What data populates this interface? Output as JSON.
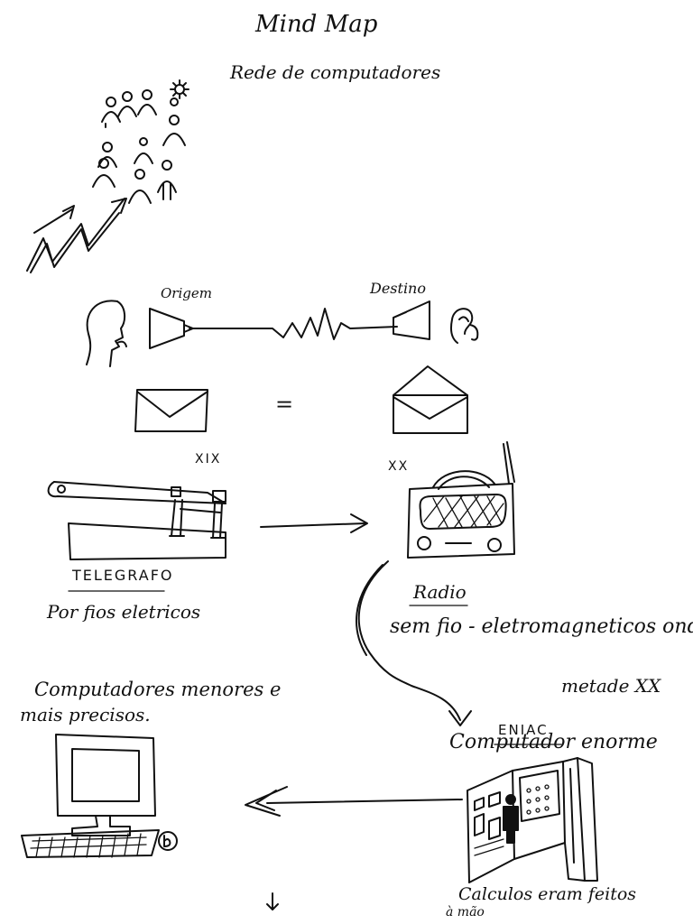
{
  "title": "Mind Map",
  "subtitle": "Rede de computadores",
  "labels": {
    "origin": "Origem",
    "destination": "Destino",
    "equals": "=",
    "century_19": "XIX",
    "century_20": "XX",
    "telegraph": "TELEGRAFO",
    "telegraph_desc": "Por fios eletricos",
    "radio": "Radio",
    "radio_desc": "sem fio - eletromagneticos ondas",
    "mid_century": "metade XX",
    "eniac": "ENIAC",
    "eniac_desc": "Computador enorme",
    "eniac_note_line1": "Calculos eram feitos",
    "eniac_note_line2": "à mão",
    "modern_line1": "Computadores menores e",
    "modern_line2": "mais precisos."
  },
  "icons": {
    "people_network": "people-network-icon",
    "growth_arrow": "growth-arrow-icon",
    "speaker_head": "speaking-head-icon",
    "megaphone_origin": "megaphone-icon",
    "receiver_destination": "receiver-icon",
    "ear": "ear-icon",
    "envelope_closed": "envelope-closed-icon",
    "envelope_open": "envelope-open-icon",
    "telegraph_key": "telegraph-key-icon",
    "radio_set": "radio-icon",
    "eniac_machine": "eniac-icon",
    "desktop_computer": "desktop-computer-icon"
  },
  "colors": {
    "ink": "#111111",
    "paper": "#ffffff"
  }
}
